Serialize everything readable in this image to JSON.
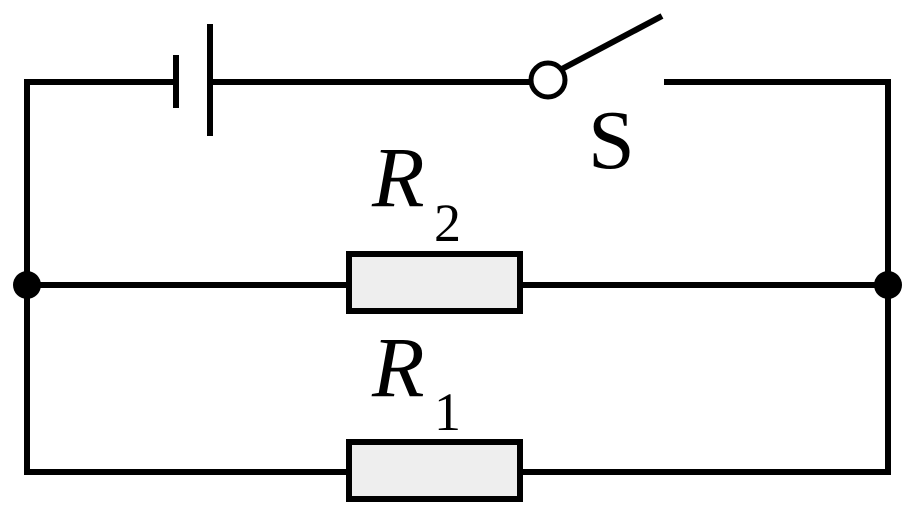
{
  "diagram": {
    "switch": {
      "label": "S",
      "state": "open"
    },
    "resistors": [
      {
        "id": "r2",
        "symbol": "R",
        "subscript": "2"
      },
      {
        "id": "r1",
        "symbol": "R",
        "subscript": "1"
      }
    ],
    "colors": {
      "wire": "#000000",
      "resistor_fill": "#eeeeee",
      "background": "#ffffff"
    }
  }
}
